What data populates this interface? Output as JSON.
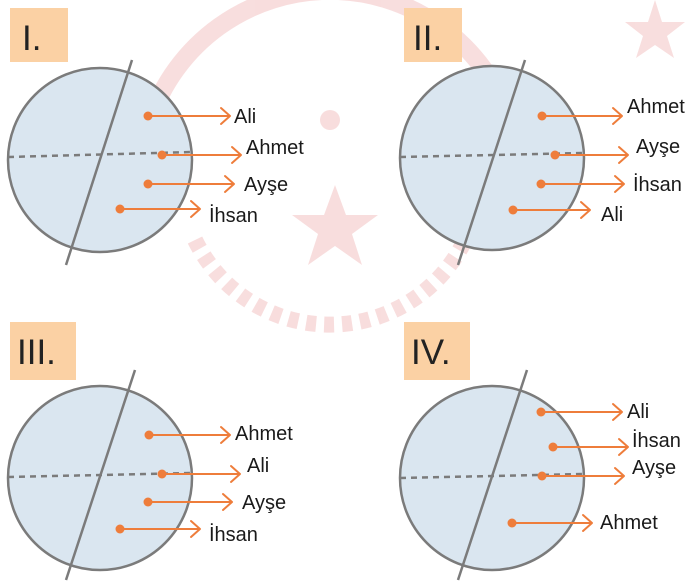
{
  "colors": {
    "badge": "#fbd1a4",
    "globe_fill": "#dae6f0",
    "globe_stroke": "#7b7b7b",
    "arrow": "#ee7d3b",
    "watermark": "#f3c3c3"
  },
  "panels": [
    {
      "numeral": "I.",
      "people": [
        "Ali",
        "Ahmet",
        "Ayşe",
        "İhsan"
      ]
    },
    {
      "numeral": "II.",
      "people": [
        "Ahmet",
        "Ayşe",
        "İhsan",
        "Ali"
      ]
    },
    {
      "numeral": "III.",
      "people": [
        "Ahmet",
        "Ali",
        "Ayşe",
        "İhsan"
      ]
    },
    {
      "numeral": "IV.",
      "people": [
        "Ali",
        "İhsan",
        "Ayşe",
        "Ahmet"
      ]
    }
  ]
}
